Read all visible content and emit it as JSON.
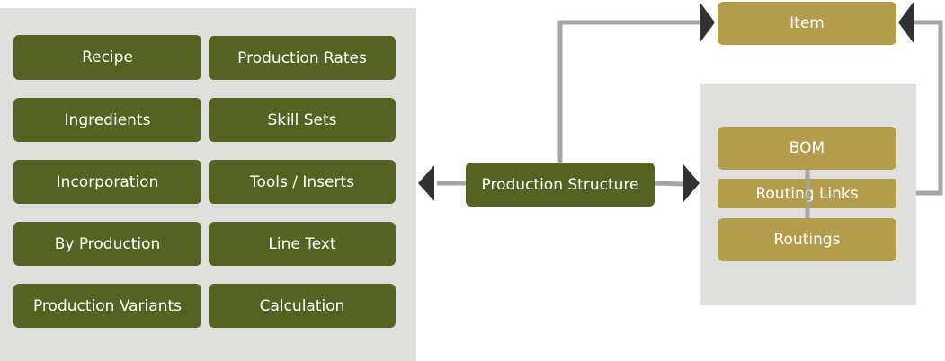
{
  "colors": {
    "panel": "#dfe0de",
    "green": "#546322",
    "gold": "#b39c4c",
    "connector": "#a5a6a6",
    "arrow": "#323232",
    "text": "#ffffff"
  },
  "left_panel": {
    "items": [
      "Recipe",
      "Production Rates",
      "Ingredients",
      "Skill Sets",
      "Incorporation",
      "Tools / Inserts",
      "By Production",
      "Line Text",
      "Production Variants",
      "Calculation"
    ]
  },
  "center": {
    "label": "Production Structure"
  },
  "item_box": {
    "label": "Item"
  },
  "right_panel": {
    "bom": "BOM",
    "routing_links": "Routing Links",
    "routings": "Routings"
  }
}
